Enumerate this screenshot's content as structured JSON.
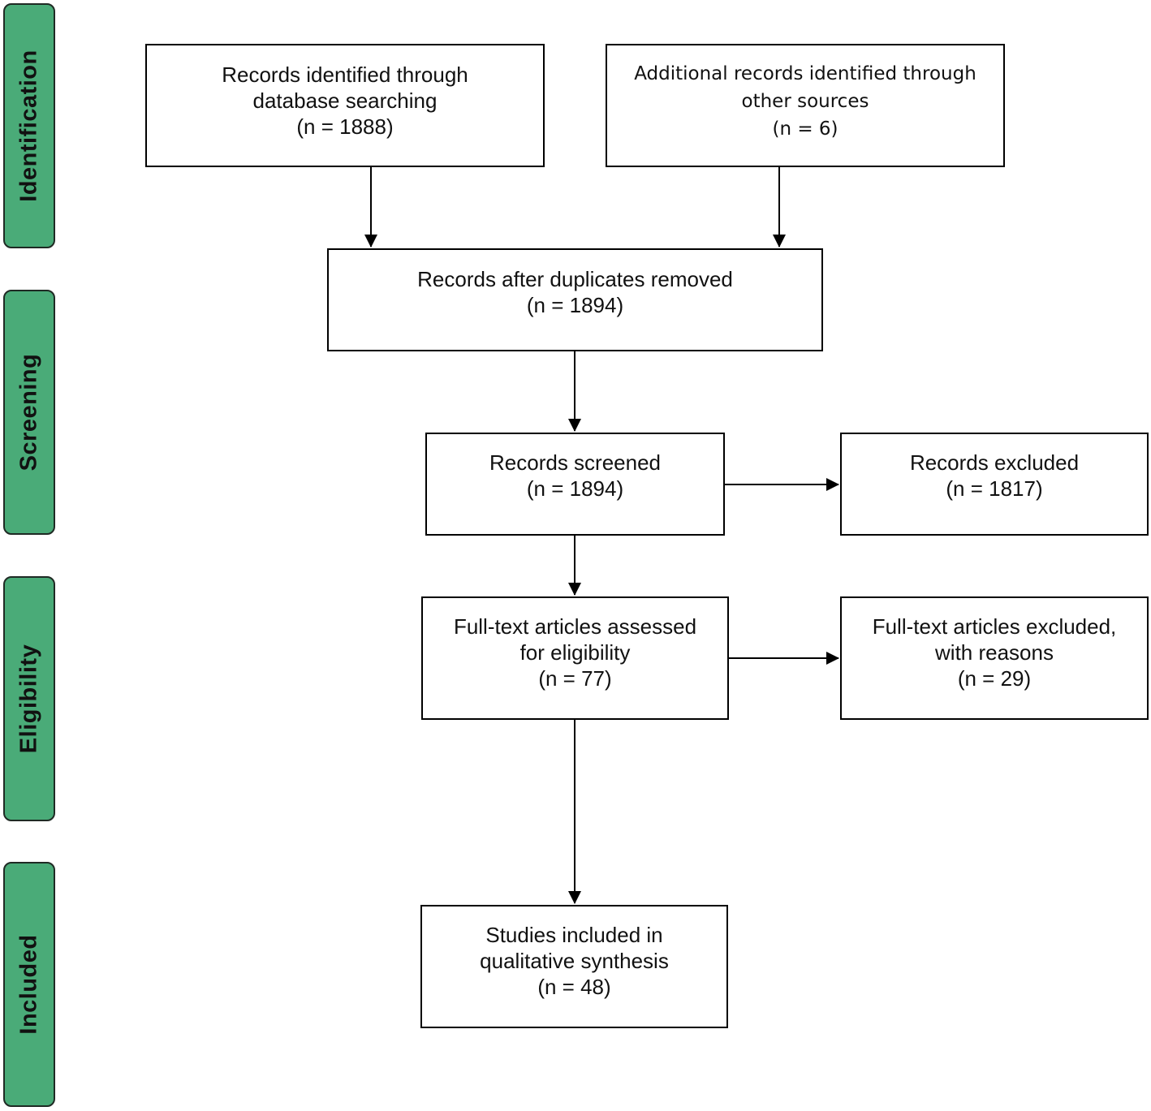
{
  "phases": {
    "identification": "Identification",
    "screening": "Screening",
    "eligibility": "Eligibility",
    "included": "Included"
  },
  "boxes": {
    "database": {
      "line1": "Records identified through",
      "line2": "database searching",
      "line3": "(n = 1888)"
    },
    "additional": {
      "line1": "Additional records identified through",
      "line2": "other sources",
      "line3": "(n = 6)"
    },
    "duplicates_removed": {
      "line1": "Records after duplicates removed",
      "line2": "(n = 1894)"
    },
    "screened": {
      "line1": "Records screened",
      "line2": "(n = 1894)"
    },
    "excluded": {
      "line1": "Records excluded",
      "line2": "(n = 1817)"
    },
    "fulltext_assessed": {
      "line1": "Full-text articles assessed",
      "line2": "for eligibility",
      "line3": "(n = 77)"
    },
    "fulltext_excluded": {
      "line1": "Full-text articles excluded,",
      "line2": "with reasons",
      "line3": "(n = 29)"
    },
    "included_studies": {
      "line1": "Studies included in",
      "line2": "qualitative synthesis",
      "line3": "(n = 48)"
    }
  },
  "colors": {
    "phase_fill": "#4aab78",
    "phase_border": "#1f2a24",
    "box_border": "#000000",
    "arrow": "#000000"
  }
}
